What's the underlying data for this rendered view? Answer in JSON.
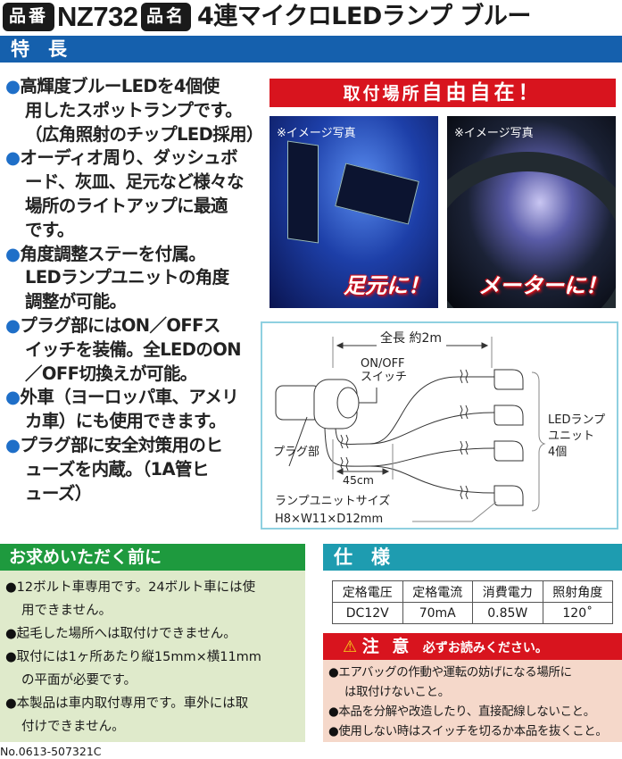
{
  "header": {
    "part_no_label": "品番",
    "part_no": "NZ732",
    "name_label": "品名",
    "product_name": "4連マイクロLEDランプ ブルー"
  },
  "features": {
    "title": "特　長",
    "items": [
      {
        "lines": [
          "高輝度ブルーLEDを4個使",
          "用したスポットランプです。",
          "（広角照射のチップLED採用）"
        ]
      },
      {
        "lines": [
          "オーディオ周り、ダッシュボ",
          "ード、灰皿、足元など様々な",
          "場所のライトアップに最適",
          "です。"
        ]
      },
      {
        "lines": [
          "角度調整ステーを付属。",
          "LEDランプユニットの角度",
          "調整が可能。"
        ]
      },
      {
        "lines": [
          "プラグ部にはON／OFFス",
          "イッチを装備。全LEDのON",
          "／OFF切換えが可能。"
        ]
      },
      {
        "lines": [
          "外車（ヨーロッパ車、アメリ",
          "カ車）にも使用できます。"
        ]
      },
      {
        "lines": [
          "プラグ部に安全対策用のヒ",
          "ューズを内蔵。（1A管ヒ",
          "ューズ）"
        ]
      }
    ]
  },
  "banner": {
    "prefix": "取付場所",
    "emphasis": "自由自在！"
  },
  "photos": [
    {
      "caption": "※イメージ写真",
      "slogan": "足元に！"
    },
    {
      "caption": "※イメージ写真",
      "slogan": "メーターに！"
    }
  ],
  "diagram": {
    "total_length": "全長 約2m",
    "switch": "ON/OFF\nスイッチ",
    "plug": "プラグ部",
    "branch_length": "45cm",
    "unit_label": "LEDランプ\nユニット\n4個",
    "unit_size_label": "ランプユニットサイズ",
    "unit_size": "H8×W11×D12mm"
  },
  "before_purchase": {
    "title": "お求めいただく前に",
    "items": [
      {
        "lines": [
          "12ボルト車専用です。24ボルト車には使",
          "用できません。"
        ]
      },
      {
        "lines": [
          "起毛した場所へは取付けできません。"
        ]
      },
      {
        "lines": [
          "取付には1ヶ所あたり縦15mm×横11mm",
          "の平面が必要です。"
        ]
      },
      {
        "lines": [
          "本製品は車内取付専用です。車外には取",
          "付けできません。"
        ]
      }
    ]
  },
  "specs": {
    "title": "仕　様",
    "headers": [
      "定格電圧",
      "定格電流",
      "消費電力",
      "照射角度"
    ],
    "values": [
      "DC12V",
      "70mA",
      "0.85W",
      "120˚"
    ]
  },
  "caution": {
    "title": "注 意",
    "subtitle": "必ずお読みください。",
    "items": [
      {
        "lines": [
          "エアバッグの作動や運転の妨げになる場所に",
          "は取付けないこと。"
        ]
      },
      {
        "lines": [
          "本品を分解や改造したり、直接配線しないこと。"
        ]
      },
      {
        "lines": [
          "使用しない時はスイッチを切るか本品を抜くこと。"
        ]
      }
    ]
  },
  "footer": {
    "code": "No.0613-507321C"
  },
  "colors": {
    "features_bar": "#1560ad",
    "banner_red": "#d8141e",
    "green_bar": "#1e9a3e",
    "green_bg": "#dfeacb",
    "teal_bar": "#1e9cb0",
    "caution_bg": "#f5d8ca",
    "bullet_blue": "#1f6fc8"
  }
}
